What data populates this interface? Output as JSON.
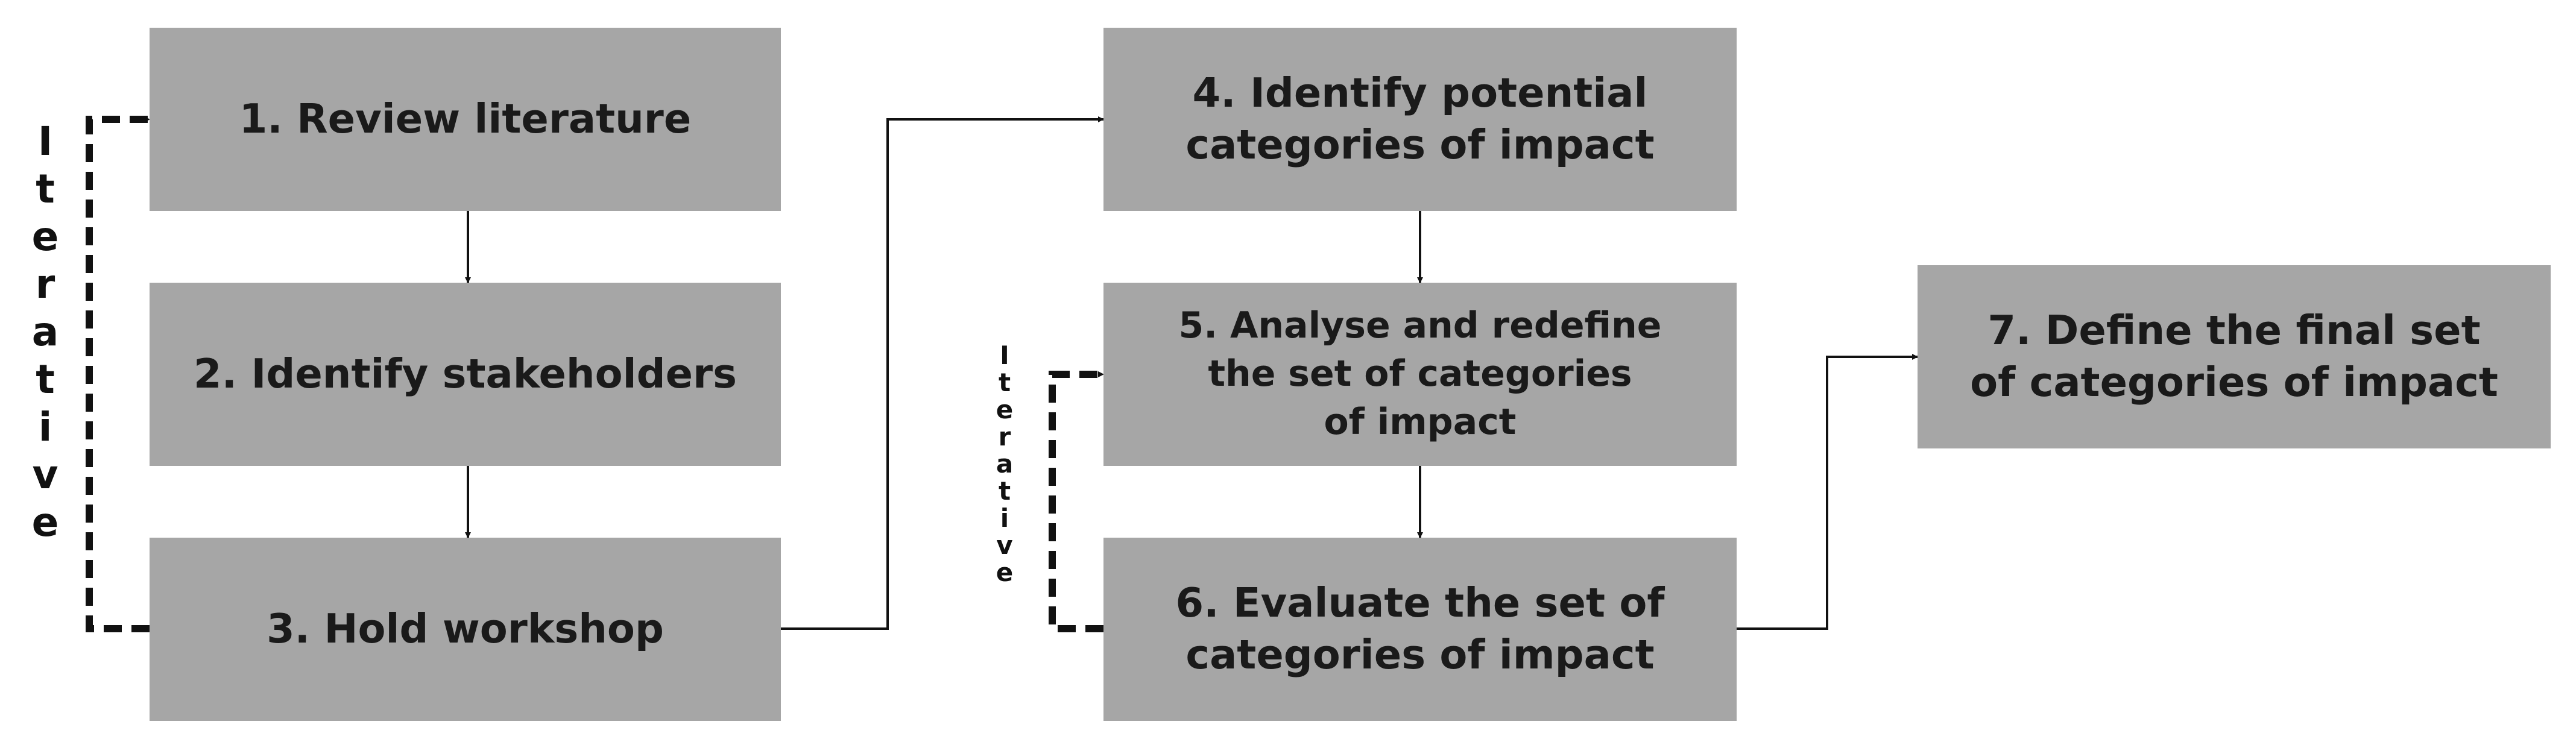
{
  "steps": [
    {
      "id": "box-1",
      "label": "1. Review literature"
    },
    {
      "id": "box-2",
      "label": "2. Identify stakeholders"
    },
    {
      "id": "box-3",
      "label": "3. Hold workshop"
    },
    {
      "id": "box-4",
      "label": "4. Identify potential\ncategories of impact"
    },
    {
      "id": "box-5",
      "label": "5. Analyse and redefine\nthe set of categories\nof impact"
    },
    {
      "id": "box-6",
      "label": "6. Evaluate the set of\ncategories of impact"
    },
    {
      "id": "box-7",
      "label": "7. Define the final set\nof categories of impact"
    }
  ],
  "loops": {
    "left_label": "Iterative",
    "right_label": "Iterative"
  },
  "colors": {
    "box_fill": "#a6a6a6",
    "text": "#1a1a1a",
    "connector": "#111111"
  }
}
